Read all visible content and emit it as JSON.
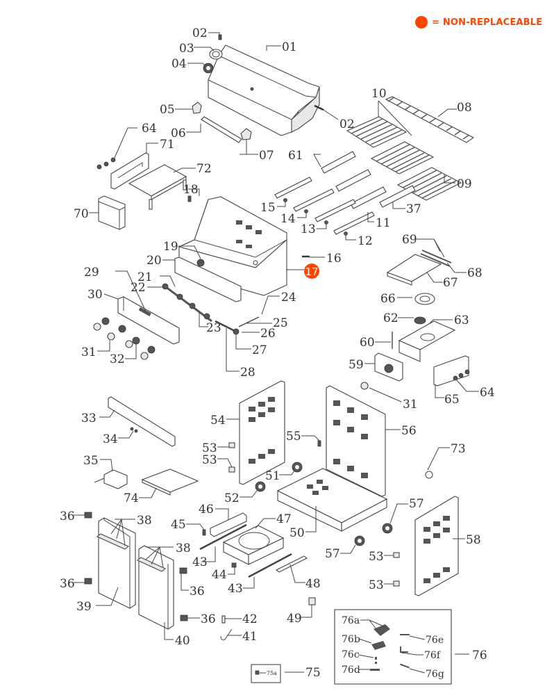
{
  "legend": {
    "text": "= NON-REPLACEABLE",
    "dot_color": "#ff4500"
  },
  "labels": {
    "p01": "01",
    "p02a": "02",
    "p02b": "02",
    "p03": "03",
    "p04": "04",
    "p05": "05",
    "p06": "06",
    "p07": "07",
    "p08": "08",
    "p09": "09",
    "p10": "10",
    "p11": "11",
    "p12": "12",
    "p13": "13",
    "p14": "14",
    "p15": "15",
    "p16": "16",
    "p17": "17",
    "p18": "18",
    "p19": "19",
    "p20": "20",
    "p21": "21",
    "p22": "22",
    "p23": "23",
    "p24": "24",
    "p25": "25",
    "p26": "26",
    "p27": "27",
    "p28": "28",
    "p29": "29",
    "p30": "30",
    "p31a": "31",
    "p31b": "31",
    "p32": "32",
    "p33": "33",
    "p34": "34",
    "p35": "35",
    "p36a": "36",
    "p36b": "36",
    "p36c": "36",
    "p36d": "36",
    "p37": "37",
    "p38a": "38",
    "p38b": "38",
    "p39": "39",
    "p40": "40",
    "p41": "41",
    "p42": "42",
    "p43a": "43",
    "p43b": "43",
    "p44": "44",
    "p45": "45",
    "p46": "46",
    "p47": "47",
    "p48": "48",
    "p49": "49",
    "p50": "50",
    "p51": "51",
    "p52": "52",
    "p53a": "53",
    "p53b": "53",
    "p53c": "53",
    "p53d": "53",
    "p54": "54",
    "p55": "55",
    "p56": "56",
    "p57a": "57",
    "p57b": "57",
    "p58": "58",
    "p59": "59",
    "p60": "60",
    "p61": "61",
    "p62": "62",
    "p63": "63",
    "p64a": "64",
    "p64b": "64",
    "p65": "65",
    "p66": "66",
    "p67": "67",
    "p68": "68",
    "p69": "69",
    "p70": "70",
    "p71": "71",
    "p72": "72",
    "p73": "73",
    "p74": "74",
    "p75": "75",
    "p75a": "75a",
    "p76": "76",
    "p76a": "76a",
    "p76b": "76b",
    "p76c": "76c",
    "p76d": "76d",
    "p76e": "76e",
    "p76f": "76f",
    "p76g": "76g"
  },
  "non_replaceable_parts": [
    "17"
  ]
}
